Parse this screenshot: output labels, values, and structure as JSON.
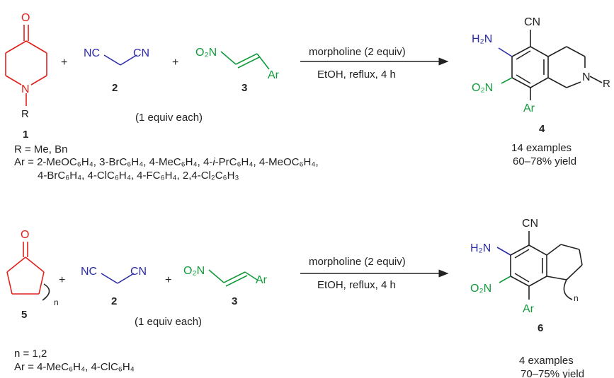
{
  "reaction1": {
    "reagent_ketone": {
      "number": "1",
      "atom_O": "O",
      "atom_N": "N",
      "subst": "R"
    },
    "plus": "+",
    "reagent_malononitrile": {
      "number": "2",
      "left": "NC",
      "right": "CN"
    },
    "reagent_nitroalkene": {
      "number": "3",
      "nitro": "O₂N",
      "aryl": "Ar"
    },
    "equiv_note": "(1 equiv each)",
    "condition_top": "morpholine (2 equiv)",
    "condition_bottom": "EtOH, reflux, 4 h",
    "product": {
      "number": "4",
      "cn": "CN",
      "nh2": "H₂N",
      "no2": "O₂N",
      "ar": "Ar",
      "n": "N",
      "r": "R"
    },
    "examples": "14 examples",
    "yield": "60–78% yield",
    "r_def": "R = Me, Bn",
    "ar_def_line1": "Ar = 2-MeOC₆H₄, 3-BrC₆H₄, 4-MeC₆H₄, 4-",
    "ar_def_ipr": "i",
    "ar_def_line1b": "-PrC₆H₄, 4-MeOC₆H₄,",
    "ar_def_line2": "4-BrC₆H₄, 4-ClC₆H₄, 4-FC₆H₄, 2,4-Cl₂C₆H₃"
  },
  "reaction2": {
    "reagent_ketone": {
      "number": "5",
      "atom_O": "O",
      "index": "n"
    },
    "plus": "+",
    "reagent_malononitrile": {
      "number": "2",
      "left": "NC",
      "right": "CN"
    },
    "reagent_nitroalkene": {
      "number": "3",
      "nitro": "O₂N",
      "aryl": "Ar"
    },
    "equiv_note": "(1 equiv each)",
    "condition_top": "morpholine (2 equiv)",
    "condition_bottom": "EtOH, reflux, 4 h",
    "product": {
      "number": "6",
      "cn": "CN",
      "nh2": "H₂N",
      "no2": "O₂N",
      "ar": "Ar",
      "index": "n"
    },
    "examples": "4 examples",
    "yield": "70–75% yield",
    "n_def": "n = 1,2",
    "ar_def": "Ar = 4-MeC₆H₄, 4-ClC₆H₄"
  },
  "colors": {
    "red": "#e0201c",
    "green": "#129a3c",
    "blue": "#2b2ba8",
    "black": "#222222"
  }
}
